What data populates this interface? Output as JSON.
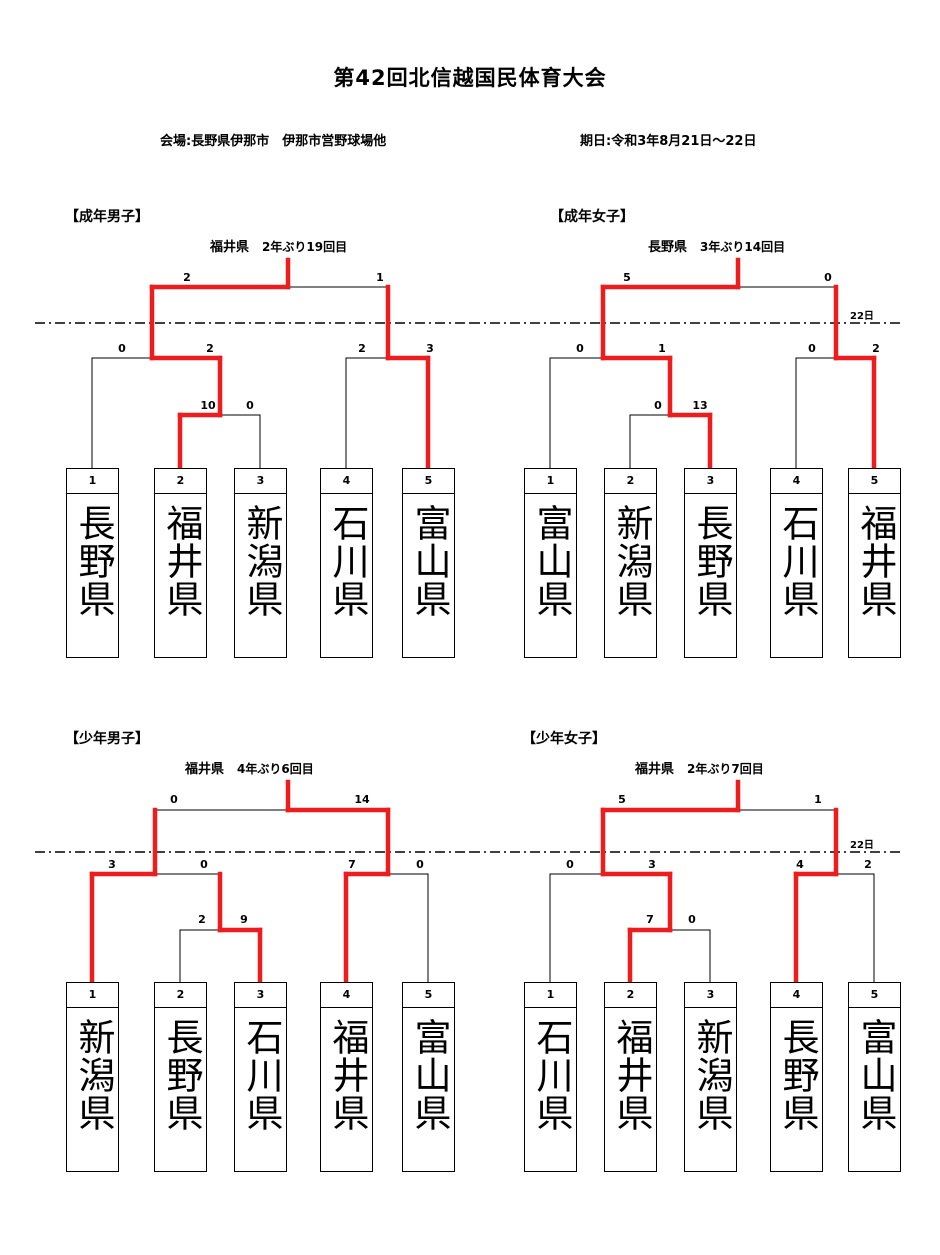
{
  "title": "第42回北信越国民体育大会",
  "venue": "会場:長野県伊那市　伊那市営野球場他",
  "dates": "期日:令和3年8月21日～22日",
  "brackets": [
    {
      "label": "【成年男子】",
      "champion": "福井県",
      "champion_note": "2年ぶり19回目",
      "day_label": "",
      "teams": [
        {
          "seed": "1",
          "name": "長野県"
        },
        {
          "seed": "2",
          "name": "福井県"
        },
        {
          "seed": "3",
          "name": "新潟県"
        },
        {
          "seed": "4",
          "name": "石川県"
        },
        {
          "seed": "5",
          "name": "富山県"
        }
      ],
      "scores": {
        "r1_left": "10",
        "r1_right": "0",
        "qf_left": "0",
        "qf_right": "2",
        "qf2_left": "2",
        "qf2_right": "3",
        "final_left": "2",
        "final_right": "1"
      }
    },
    {
      "label": "【成年女子】",
      "champion": "長野県",
      "champion_note": "3年ぶり14回目",
      "day_label": "22日",
      "teams": [
        {
          "seed": "1",
          "name": "富山県"
        },
        {
          "seed": "2",
          "name": "新潟県"
        },
        {
          "seed": "3",
          "name": "長野県"
        },
        {
          "seed": "4",
          "name": "石川県"
        },
        {
          "seed": "5",
          "name": "福井県"
        }
      ],
      "scores": {
        "r1_left": "0",
        "r1_right": "13",
        "qf_left": "0",
        "qf_right": "1",
        "qf2_left": "0",
        "qf2_right": "2",
        "final_left": "5",
        "final_right": "0"
      }
    },
    {
      "label": "【少年男子】",
      "champion": "福井県",
      "champion_note": "4年ぶり6回目",
      "day_label": "",
      "teams": [
        {
          "seed": "1",
          "name": "新潟県"
        },
        {
          "seed": "2",
          "name": "長野県"
        },
        {
          "seed": "3",
          "name": "石川県"
        },
        {
          "seed": "4",
          "name": "福井県"
        },
        {
          "seed": "5",
          "name": "富山県"
        }
      ],
      "scores": {
        "r1_left": "2",
        "r1_right": "9",
        "qf_left": "3",
        "qf_right": "0",
        "qf2_left": "7",
        "qf2_right": "0",
        "final_left": "0",
        "final_right": "14"
      }
    },
    {
      "label": "【少年女子】",
      "champion": "福井県",
      "champion_note": "2年ぶり7回目",
      "day_label": "22日",
      "teams": [
        {
          "seed": "1",
          "name": "石川県"
        },
        {
          "seed": "2",
          "name": "福井県"
        },
        {
          "seed": "3",
          "name": "新潟県"
        },
        {
          "seed": "4",
          "name": "長野県"
        },
        {
          "seed": "5",
          "name": "富山県"
        }
      ],
      "scores": {
        "r1_left": "7",
        "r1_right": "0",
        "qf_left": "0",
        "qf_right": "3",
        "qf2_left": "4",
        "qf2_right": "2",
        "final_left": "5",
        "final_right": "1"
      }
    }
  ],
  "colors": {
    "winner_line": "#ee1c1c",
    "line": "#000000"
  }
}
